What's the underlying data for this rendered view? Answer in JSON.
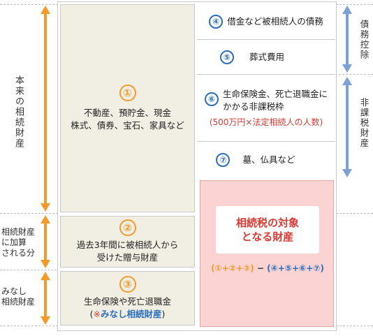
{
  "left_labels": {
    "main": "本来の相続財産",
    "added": [
      "相続財産",
      "に加算",
      "される分"
    ],
    "deemed": [
      "みなし",
      "相続財産"
    ]
  },
  "right_labels": {
    "debt": "債務控除",
    "nontax": "非課税財産"
  },
  "box1": {
    "num": "①",
    "line1": "不動産、預貯金、現金",
    "line2": "株式、債券、宝石、家具など"
  },
  "box2": {
    "num": "②",
    "line1": "過去3年間に被相続人から",
    "line2": "受けた贈与財産"
  },
  "box3": {
    "num": "③",
    "line1": "生命保険や死亡退職金",
    "paren_open": "(",
    "note_mark": "※",
    "note": "みなし相続財産",
    "paren_close": ")"
  },
  "box4": {
    "num": "④",
    "text": "借金など被相続人の債務"
  },
  "box5": {
    "num": "⑤",
    "text": "葬式費用"
  },
  "box6": {
    "num": "⑥",
    "line1": "生命保険金、死亡退職金に",
    "line2": "かかる非課税枠",
    "note": "(500万円×法定相続人の人数)"
  },
  "box7": {
    "num": "⑦",
    "text": "墓、仏具など"
  },
  "target": {
    "line1": "相続税の対象",
    "line2": "となる財産",
    "formula": {
      "open1": "(",
      "n1": "①",
      "p1": "+",
      "n2": "②",
      "p2": "+",
      "n3": "③",
      "close1": ")",
      "minus": " − ",
      "open2": "(",
      "n4": "④",
      "p3": "+",
      "n5": "⑤",
      "p4": "+",
      "n6": "⑥",
      "p5": "+",
      "n7": "⑦",
      "close2": ")"
    }
  },
  "colors": {
    "orange": "#f39a2b",
    "blue": "#2a6ebc",
    "red": "#d93a33",
    "pink_bg": "#fbd3d3",
    "beige_bg": "#f1efe3"
  }
}
